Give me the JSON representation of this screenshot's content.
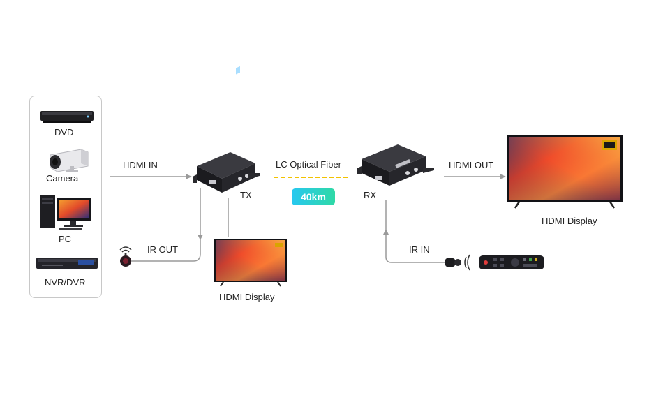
{
  "sources": {
    "dvd": "DVD",
    "camera": "Camera",
    "pc": "PC",
    "nvr": "NVR/DVR"
  },
  "links": {
    "hdmi_in": "HDMI IN",
    "fiber": "LC Optical Fiber",
    "distance": "40km",
    "hdmi_out": "HDMI OUT",
    "ir_out": "IR OUT",
    "ir_in": "IR IN"
  },
  "devices": {
    "tx": "TX",
    "rx": "RX"
  },
  "displays": {
    "local": "HDMI Display",
    "remote": "HDMI Display"
  },
  "colors": {
    "fiber": "#f2c200",
    "badge_start": "#27c8f0",
    "badge_end": "#2fd9a6",
    "line": "#9a9a9a",
    "device_body": "#1d1d1f",
    "screen_orange": "#f0602a"
  }
}
